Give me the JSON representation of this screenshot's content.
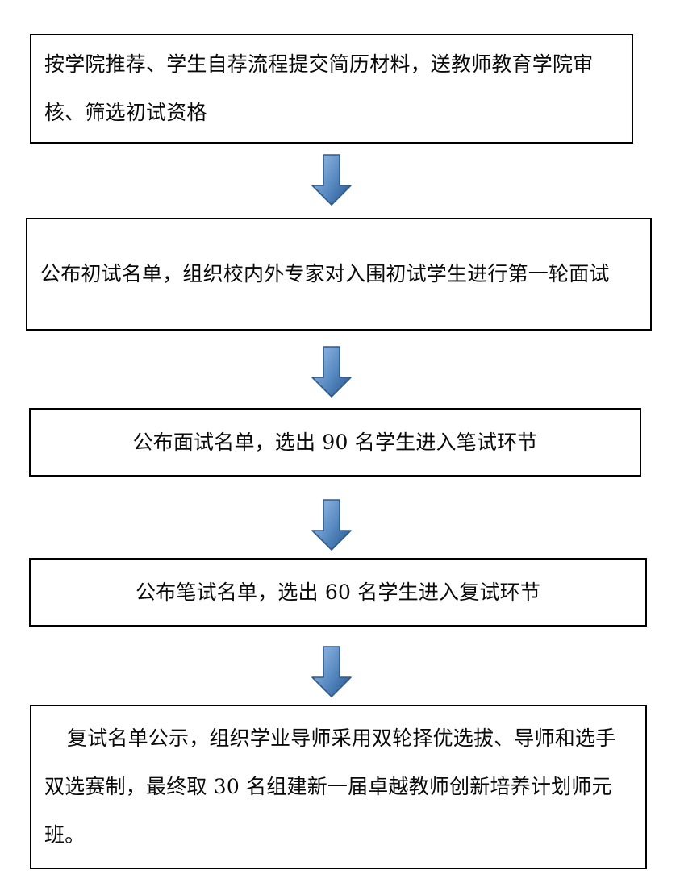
{
  "diagram": {
    "type": "flowchart",
    "orientation": "vertical",
    "title": "",
    "colors": {
      "box_border": "#000000",
      "box_fill": "#ffffff",
      "text": "#0a0a0a",
      "arrow_light": "#8fb4dc",
      "arrow_mid": "#5b8cc0",
      "arrow_dark": "#35659b",
      "arrow_outline": "#2e5b8e"
    },
    "nodes": [
      {
        "id": "step-1",
        "text": "按学院推荐、学生自荐流程提交简历材料，送教师教育学院审核、筛选初试资格",
        "align": "left",
        "indent": false
      },
      {
        "id": "step-2",
        "text": "公布初试名单，组织校内外专家对入围初试学生进行第一轮面试",
        "align": "left",
        "indent": false
      },
      {
        "id": "step-3",
        "text": "公布面试名单，选出 90 名学生进入笔试环节",
        "align": "center",
        "indent": false
      },
      {
        "id": "step-4",
        "text": "公布笔试名单，选出 60 名学生进入复试环节",
        "align": "center",
        "indent": false
      },
      {
        "id": "step-5",
        "text": "复试名单公示，组织学业导师采用双轮择优选拔、导师和选手双选赛制，最终取 30 名组建新一届卓越教师创新培养计划师元班。",
        "align": "left",
        "indent": true
      }
    ],
    "connectors": [
      {
        "id": "arrow-1",
        "from": "step-1",
        "to": "step-2",
        "icon": "down-arrow-icon"
      },
      {
        "id": "arrow-2",
        "from": "step-2",
        "to": "step-3",
        "icon": "down-arrow-icon"
      },
      {
        "id": "arrow-3",
        "from": "step-3",
        "to": "step-4",
        "icon": "down-arrow-icon"
      },
      {
        "id": "arrow-4",
        "from": "step-4",
        "to": "step-5",
        "icon": "down-arrow-icon"
      }
    ],
    "key_numbers": {
      "interview_shortlist": "90",
      "written_exam_shortlist": "60",
      "final_selection": "30"
    }
  }
}
